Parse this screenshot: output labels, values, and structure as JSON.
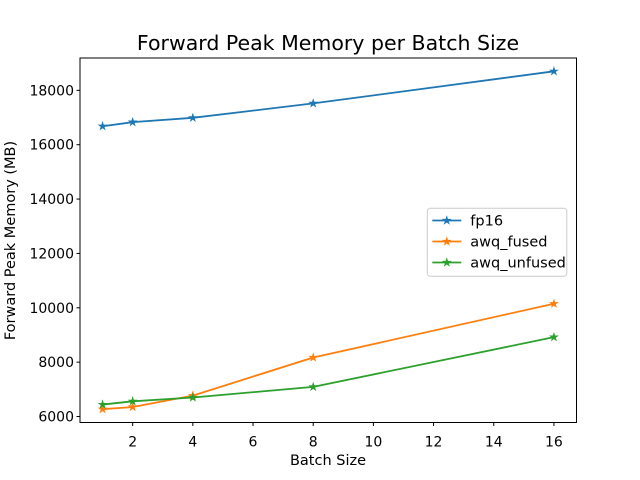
{
  "chart_data": {
    "type": "line",
    "title": "Forward Peak Memory per Batch Size",
    "xlabel": "Batch Size",
    "ylabel": "Forward Peak Memory (MB)",
    "x": [
      1,
      2,
      4,
      8,
      16
    ],
    "series": [
      {
        "name": "fp16",
        "color": "#1f77b4",
        "marker": "star",
        "values": [
          16680,
          16830,
          16990,
          17520,
          18700
        ]
      },
      {
        "name": "awq_fused",
        "color": "#ff7f0e",
        "marker": "star",
        "values": [
          6270,
          6350,
          6770,
          8170,
          10150
        ]
      },
      {
        "name": "awq_unfused",
        "color": "#2ca02c",
        "marker": "star",
        "values": [
          6440,
          6560,
          6700,
          7090,
          8920
        ]
      }
    ],
    "xlim": [
      0.25,
      16.75
    ],
    "ylim": [
      5780,
      19190
    ],
    "xticks": [
      2,
      4,
      6,
      8,
      10,
      12,
      14,
      16
    ],
    "yticks": [
      6000,
      8000,
      10000,
      12000,
      14000,
      16000,
      18000
    ],
    "grid": false,
    "legend": {
      "position": "center-right",
      "entries": [
        "fp16",
        "awq_fused",
        "awq_unfused"
      ],
      "border_color": "#cccccc",
      "background": "#ffffff"
    },
    "spine_color": "#000000",
    "background": "#ffffff"
  }
}
